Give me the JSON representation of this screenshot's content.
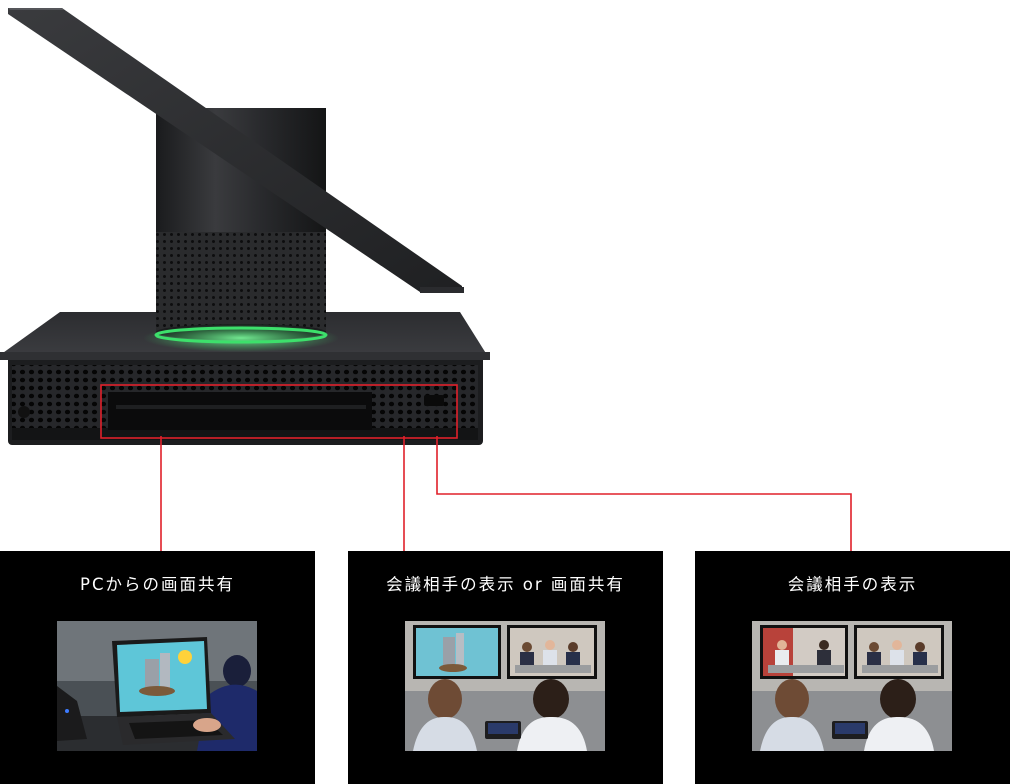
{
  "panels": [
    {
      "title": "PCからの画面共有",
      "scene": "laptop-screen-share"
    },
    {
      "title": "会議相手の表示 or 画面共有",
      "scene": "dual-display-share-and-video"
    },
    {
      "title": "会議相手の表示",
      "scene": "dual-display-video-call"
    }
  ],
  "colors": {
    "callout_line": "#e0202a",
    "panel_bg": "#000000",
    "led_ring": "#3de06b",
    "background": "#ffffff"
  }
}
